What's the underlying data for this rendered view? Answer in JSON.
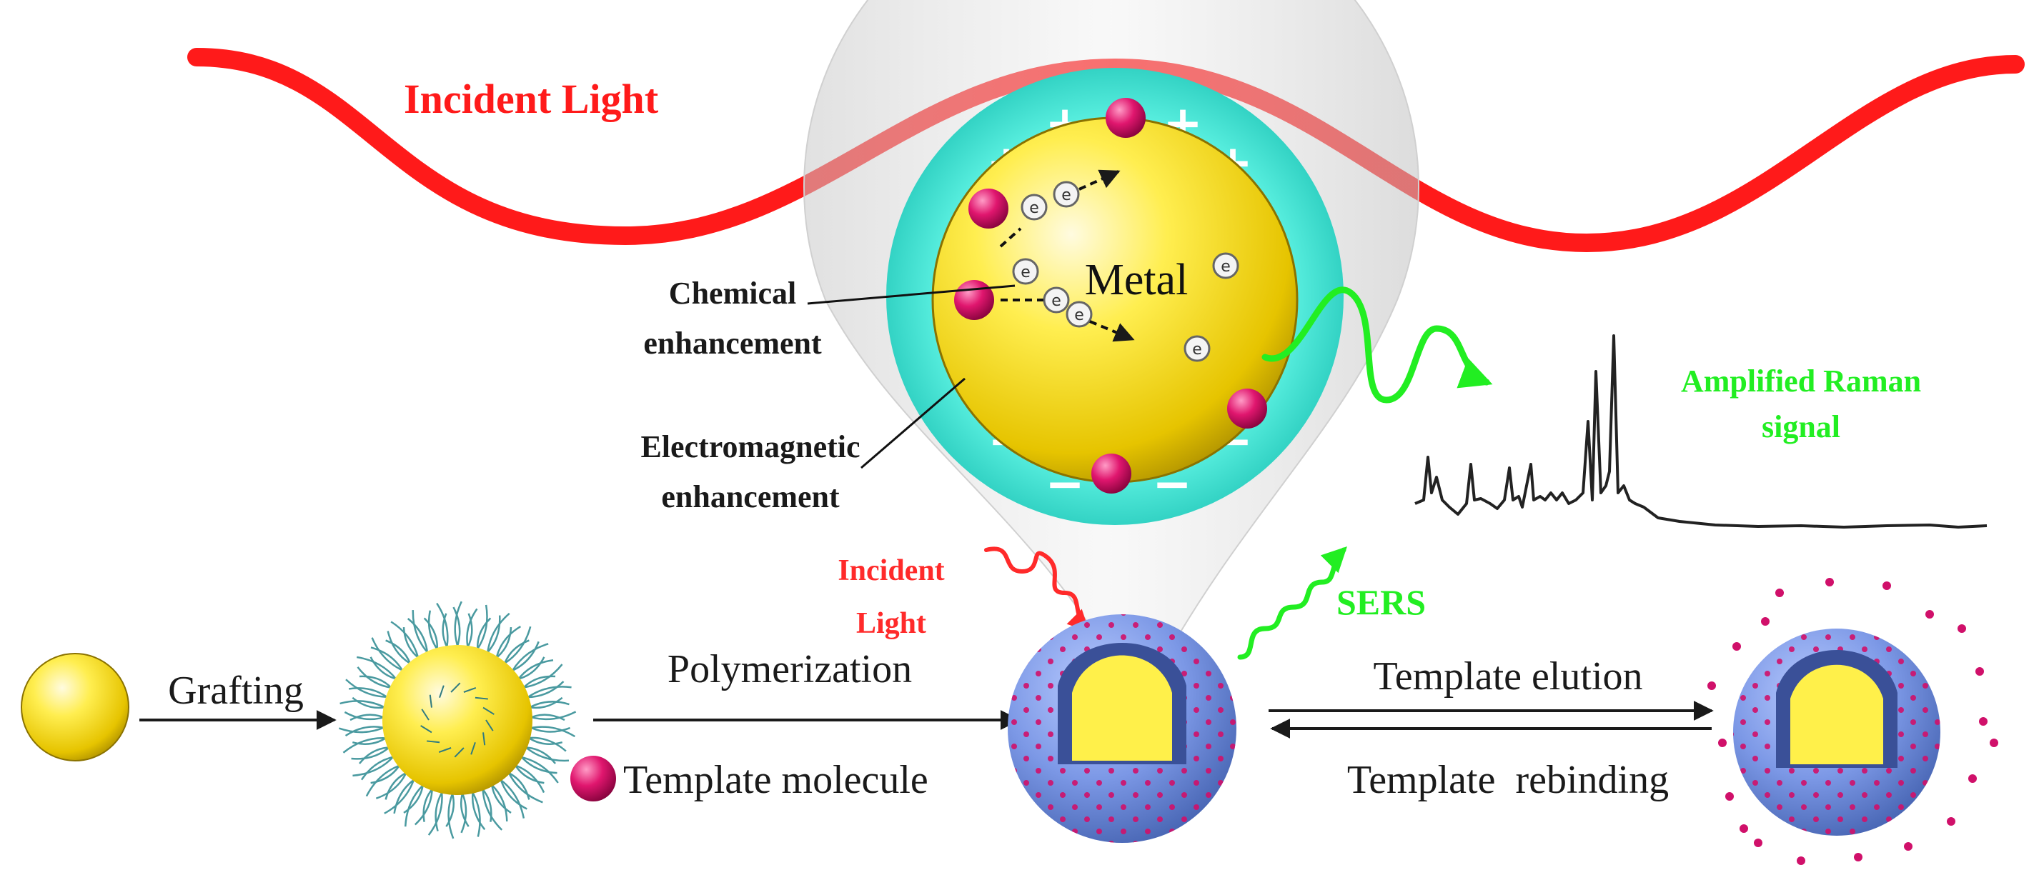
{
  "labels": {
    "incident_light_top": "Incident Light",
    "metal": "Metal",
    "chemical_1": "Chemical",
    "chemical_2": "enhancement",
    "electromagnetic_1": "Electromagnetic",
    "electromagnetic_2": "enhancement",
    "amplified_1": "Amplified Raman",
    "amplified_2": "signal",
    "incident_light_small_1": "Incident",
    "incident_light_small_2": "Light",
    "sers": "SERS",
    "grafting": "Grafting",
    "polymerization": "Polymerization",
    "template_molecule": "Template molecule",
    "template_elution": "Template elution",
    "template_rebinding": "Template  rebinding",
    "electron": "e",
    "plus": "+",
    "minus": "−"
  },
  "colors": {
    "incident_light": "#ff1a1a",
    "raman_green": "#22ee22",
    "metal_gold": "#ffe83a",
    "shell_cyan": "#3ee0d0",
    "polymer_blue": "#6f8ee0",
    "template_molecule": "#e0166e",
    "polymer_brush": "#4a9aa0",
    "text_dark": "#1a1a1a"
  }
}
